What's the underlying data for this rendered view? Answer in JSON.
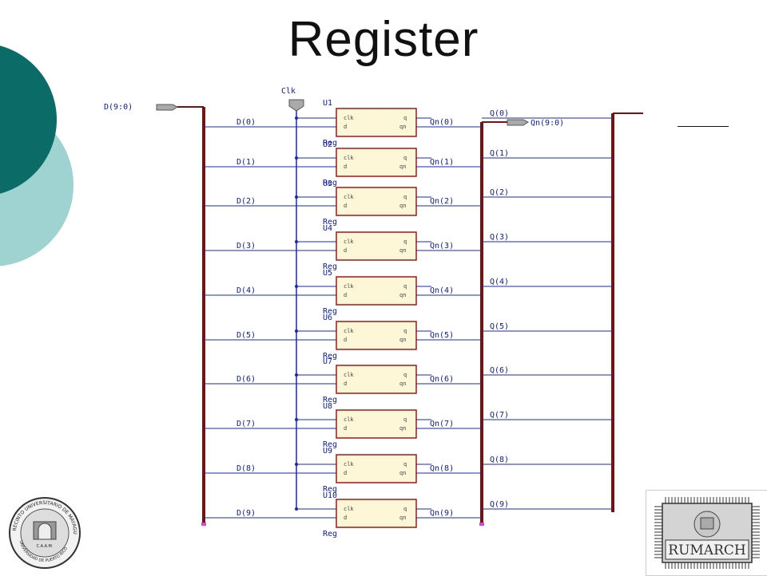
{
  "title": "Register",
  "clock_label": "Clk",
  "bus_in_label": "D(9:0)",
  "bus_out_label": "Qn(9:0)",
  "registers": [
    {
      "unit": "U1",
      "part": "Reg",
      "d": "D(0)",
      "qn": "Qn(0)",
      "q": "Q(0)"
    },
    {
      "unit": "U2",
      "part": "Reg",
      "d": "D(1)",
      "qn": "Qn(1)",
      "q": "Q(1)"
    },
    {
      "unit": "U3",
      "part": "Reg",
      "d": "D(2)",
      "qn": "Qn(2)",
      "q": "Q(2)"
    },
    {
      "unit": "U4",
      "part": "Reg",
      "d": "D(3)",
      "qn": "Qn(3)",
      "q": "Q(3)"
    },
    {
      "unit": "U5",
      "part": "Reg",
      "d": "D(4)",
      "qn": "Qn(4)",
      "q": "Q(4)"
    },
    {
      "unit": "U6",
      "part": "Reg",
      "d": "D(5)",
      "qn": "Qn(5)",
      "q": "Q(5)"
    },
    {
      "unit": "U7",
      "part": "Reg",
      "d": "D(6)",
      "qn": "Qn(6)",
      "q": "Q(6)"
    },
    {
      "unit": "U8",
      "part": "Reg",
      "d": "D(7)",
      "qn": "Qn(7)",
      "q": "Q(7)"
    },
    {
      "unit": "U9",
      "part": "Reg",
      "d": "D(8)",
      "qn": "Qn(8)",
      "q": "Q(8)"
    },
    {
      "unit": "U10",
      "part": "Reg",
      "d": "D(9)",
      "qn": "Qn(9)",
      "q": "Q(9)"
    }
  ],
  "pins": {
    "clk": "clk",
    "d": "d",
    "q": "q",
    "qn": "qn"
  },
  "logos": {
    "left": {
      "ring_text": "RECINTO UNIVERSITARIO DE MAYAGUEZ",
      "center": "C.A.A.M.",
      "bottom": "UNIVERSIDAD DE PUERTO RICO"
    },
    "right": {
      "text": "RUMARCH"
    }
  },
  "colors": {
    "bus": "#7a1010",
    "wire": "#1a2aa8",
    "box_fill": "#fdf7d8",
    "box_border": "#9b1a1a",
    "teal_dark": "#0b6b66",
    "teal_light": "#9ed3d1",
    "label": "#0a1aa0"
  }
}
